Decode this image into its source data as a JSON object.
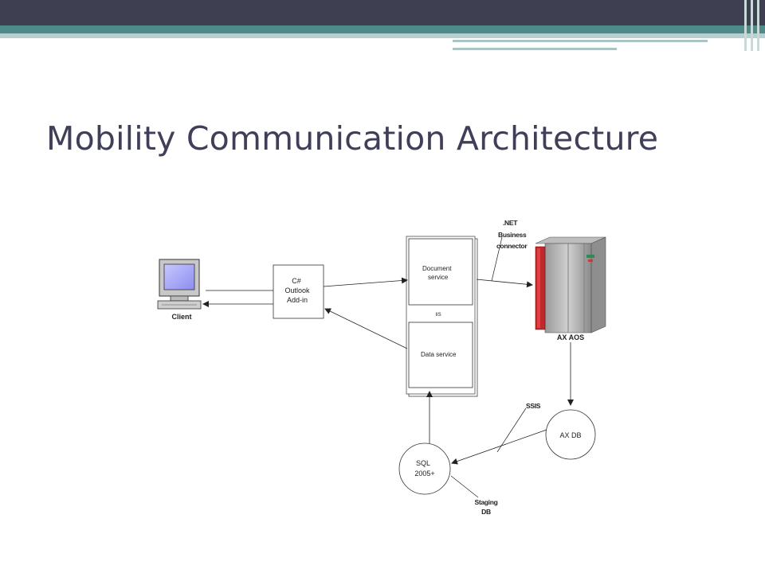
{
  "slide": {
    "title": "Mobility Communication Architecture"
  },
  "diagram": {
    "client_label": "Client",
    "addin_line1": "C#",
    "addin_line2": "Outlook",
    "addin_line3": "Add-in",
    "doc_service_line1": "Document",
    "doc_service_line2": "service",
    "iis_label": "IIS",
    "data_service_label": "Data service",
    "connector_line1": ".NET",
    "connector_line2": "Business",
    "connector_line3": "connector",
    "aos_label": "AX AOS",
    "axdb_label": "AX DB",
    "ssis_label": "SSIS",
    "sql_line1": "SQL",
    "sql_line2": "2005+",
    "staging_line1": "Staging",
    "staging_line2": "DB"
  },
  "colors": {
    "topbar": "#3f3f52",
    "accent_teal": "#4e8a8a",
    "title_text": "#3f3f5a",
    "server_red": "#c0282c"
  }
}
